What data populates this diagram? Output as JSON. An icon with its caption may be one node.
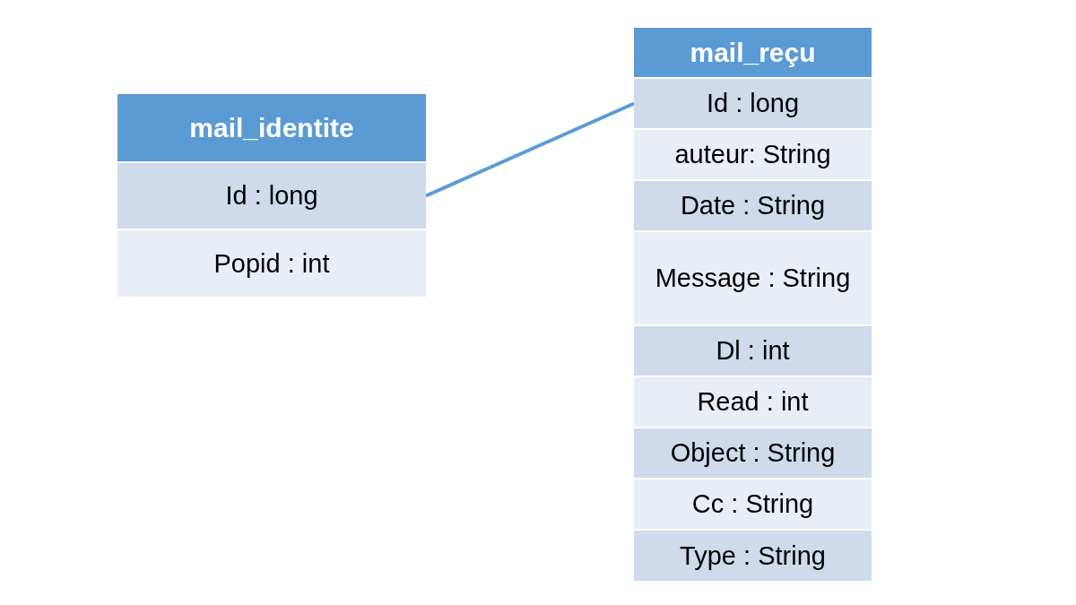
{
  "diagram": {
    "nodes": [
      {
        "text": [
          "mail_identite"
        ]
      },
      {
        "text": [
          "Id : long"
        ],
        "in": 0
      },
      {
        "text": [
          "Popid : int"
        ],
        "in": 0
      },
      {
        "text": [
          "mail_reçu"
        ]
      },
      {
        "text": [
          "Id : long"
        ],
        "in": 3
      },
      {
        "text": [
          "auteur: String"
        ],
        "in": 3
      },
      {
        "text": [
          "Date : String"
        ],
        "in": 3
      },
      {
        "text": [
          "Message : String"
        ],
        "in": 3
      },
      {
        "text": [
          "Dl : int"
        ],
        "in": 3
      },
      {
        "text": [
          "Read : int"
        ],
        "in": 3
      },
      {
        "text": [
          "Object : String"
        ],
        "in": 3
      },
      {
        "text": [
          "Cc : String"
        ],
        "in": 3
      },
      {
        "text": [
          "Type : String"
        ],
        "in": 3
      }
    ],
    "edges": [
      {
        "from": 1,
        "to": 4,
        "arrow": "none"
      }
    ]
  }
}
